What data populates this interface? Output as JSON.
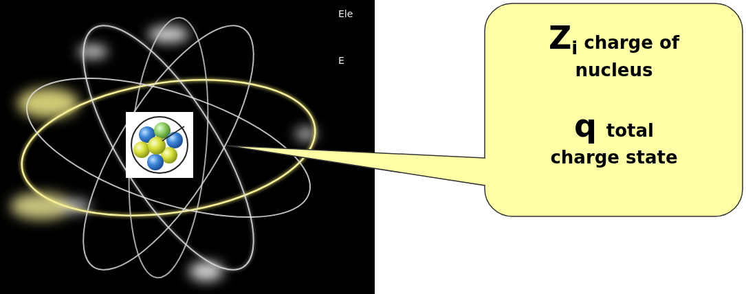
{
  "diagram": {
    "nodes": [
      {
        "text": [
          "Z",
          "i",
          "charge of nucleus",
          "q",
          "total charge state"
        ]
      }
    ],
    "labels": [
      "Ele",
      "E"
    ]
  }
}
